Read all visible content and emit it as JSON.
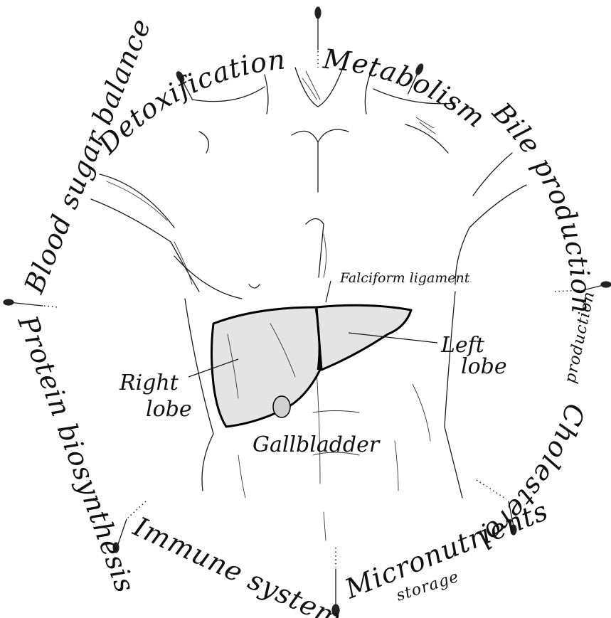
{
  "ring_labels": {
    "detox": "Detoxification",
    "metabolism": "Metabolism",
    "bile": "Bile production",
    "cholesterol_main": "Cholesterol",
    "cholesterol_sub": "production",
    "micro_main": "Micronutrients",
    "micro_sub": "storage",
    "immune": "Immune system",
    "protein": "Protein biosynthesis",
    "blood": "Blood sugar balance"
  },
  "anatomy_labels": {
    "falciform": "Falciform ligament",
    "left_lobe_1": "Left",
    "left_lobe_2": "lobe",
    "right_lobe_1": "Right",
    "right_lobe_2": "lobe",
    "gallbladder": "Gallbladder"
  }
}
